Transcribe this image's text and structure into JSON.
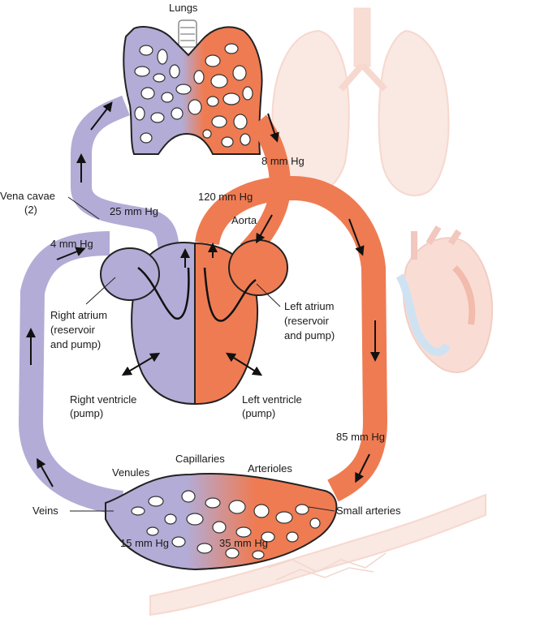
{
  "labels": {
    "lungs": "Lungs",
    "vena_cavae_line1": "Vena cavae",
    "vena_cavae_line2": "(2)",
    "p_25": "25 mm Hg",
    "p_4": "4 mm Hg",
    "p_8": "8 mm Hg",
    "p_120": "120 mm Hg",
    "aorta": "Aorta",
    "right_atrium_1": "Right atrium",
    "right_atrium_2": "(reservoir",
    "right_atrium_3": "and pump)",
    "left_atrium_1": "Left atrium",
    "left_atrium_2": "(reservoir",
    "left_atrium_3": "and pump)",
    "right_ventricle_1": "Right ventricle",
    "right_ventricle_2": "(pump)",
    "left_ventricle_1": "Left ventricle",
    "left_ventricle_2": "(pump)",
    "p_85": "85 mm Hg",
    "capillaries": "Capillaries",
    "venules": "Venules",
    "arterioles": "Arterioles",
    "veins": "Veins",
    "small_arteries": "Small arteries",
    "p_15": "15 mm Hg",
    "p_35": "35 mm Hg"
  },
  "colors": {
    "venous": "#b3acd6",
    "venous_dark": "#8f86c0",
    "arterial": "#ef7b52",
    "arterial_dark": "#d9603a",
    "ghost_pink": "#f7d6cc",
    "ghost_blue": "#a8cbe8",
    "outline": "#111111"
  }
}
